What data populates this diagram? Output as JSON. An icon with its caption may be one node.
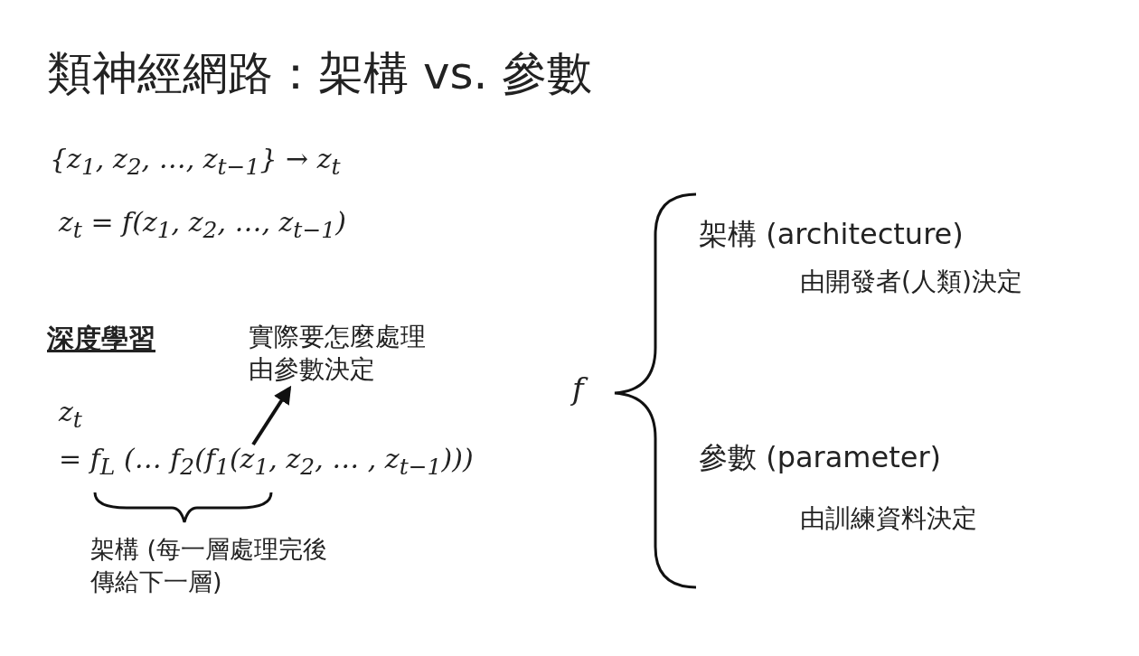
{
  "diagram": {
    "title": "類神經網路：架構 vs. 參數",
    "nodes": [
      {
        "text": [
          "實際要怎麼處理由參數決定"
        ]
      },
      {
        "text": [
          "= f$_{L}$ (… f$_{2}$(f$_{1}$(z$_{1}$, z$_{2}$, … , z$_{t−1}$)))"
        ]
      }
    ],
    "edges": [
      {
        "from": 1,
        "to": 0,
        "arrow": "to"
      }
    ],
    "labels": [
      "{z$_{1}$, z$_{2}$, …, z$_{t−1}$} → z$_{t}$",
      "z$_{t}$ = f(z$_{1}$, z$_{2}$, …, z$_{t−1}$)",
      "深度學習",
      "z$_{t}$",
      "架構 (每一層處理完後傳給下一層)",
      "f",
      "架構 (architecture)",
      "由開發者(人類)決定",
      "參數 (parameter)",
      "由訓練資料決定"
    ]
  }
}
